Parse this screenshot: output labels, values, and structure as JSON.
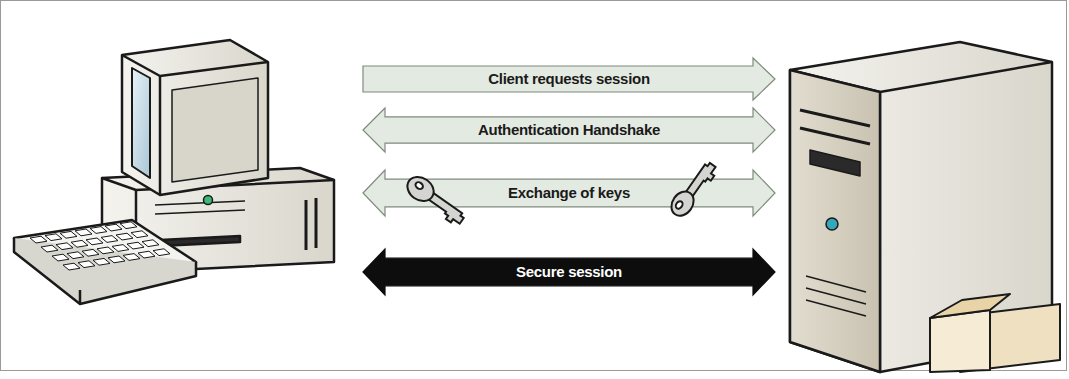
{
  "diagram": {
    "nodes": [
      {
        "text": [
          "Client requests session"
        ]
      },
      {
        "text": [
          "Authentication Handshake"
        ]
      },
      {
        "text": [
          "Exchange of keys"
        ]
      },
      {
        "text": [
          "Secure session"
        ]
      }
    ]
  }
}
